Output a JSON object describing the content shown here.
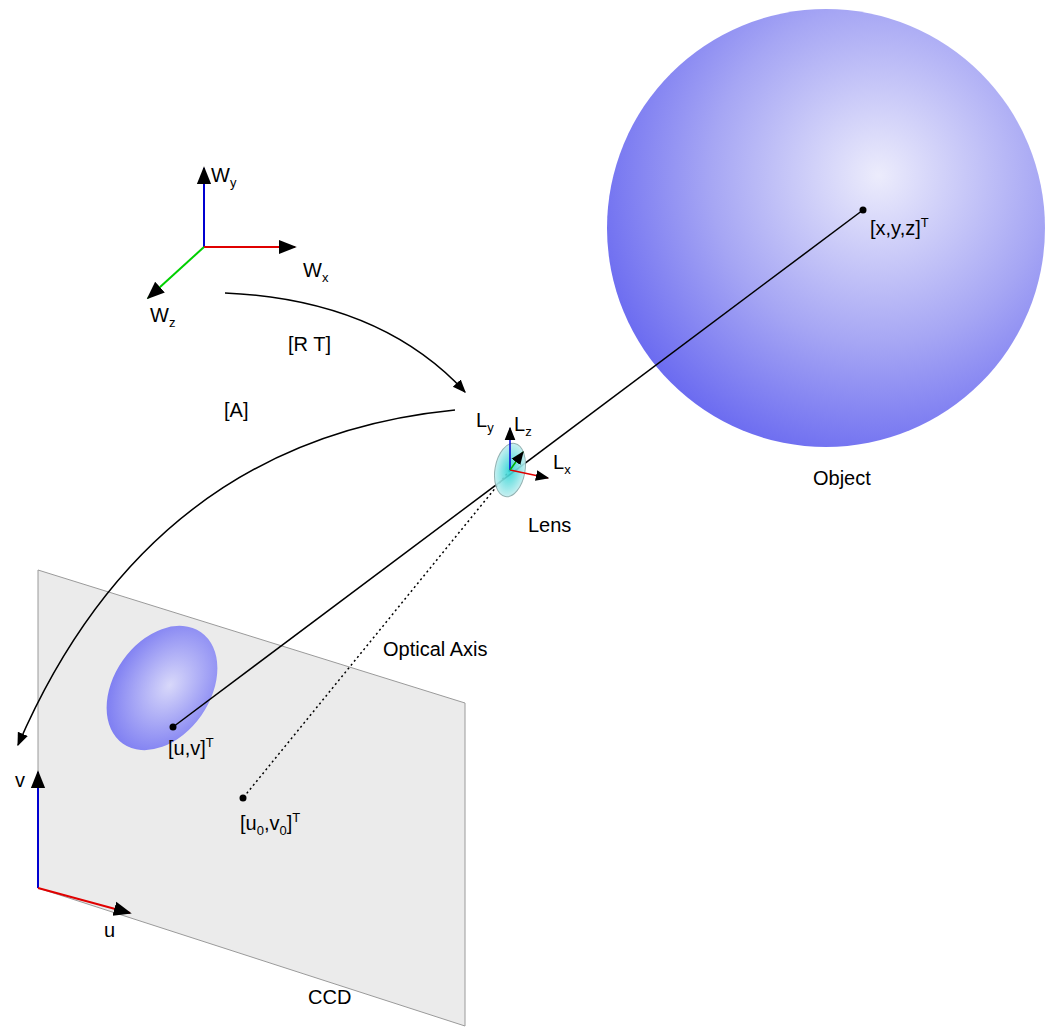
{
  "diagram": {
    "nodes": [
      {
        "text": [
          "[x,y,z]T",
          "Object"
        ]
      },
      {
        "text": [
          "[u,v]T",
          "[u0,v0]T",
          "v",
          "u",
          "CCD"
        ]
      }
    ],
    "labels": [
      "Wy",
      "Wx",
      "Wz",
      "[R T]",
      "Ly",
      "Lz",
      "Lx",
      "Lens",
      "[A]",
      "Optical Axis"
    ]
  }
}
